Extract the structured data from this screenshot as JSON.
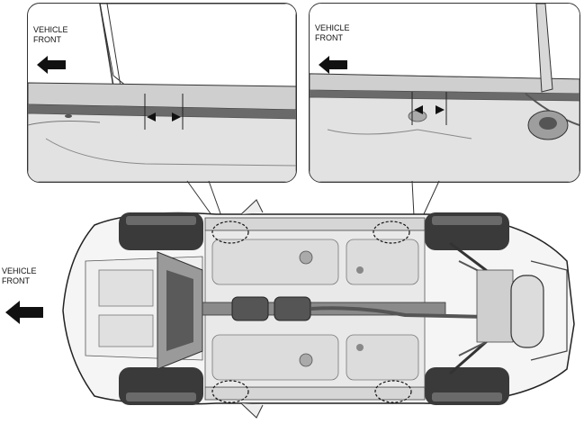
{
  "labels": {
    "detail_left": [
      "VEHICLE",
      "FRONT"
    ],
    "detail_right": [
      "VEHICLE",
      "FRONT"
    ],
    "main": [
      "VEHICLE",
      "FRONT"
    ]
  },
  "colors": {
    "outline": "#222222",
    "dark_part": "#555555",
    "mid_gray": "#bdbdbd",
    "light_gray": "#e6e6e6",
    "tire": "#3a3a3a"
  },
  "icons": {
    "front_arrow": "left-arrow-icon",
    "jack_point": "jack-point-ellipse",
    "jack_marker": "triangle-marker-icon"
  }
}
